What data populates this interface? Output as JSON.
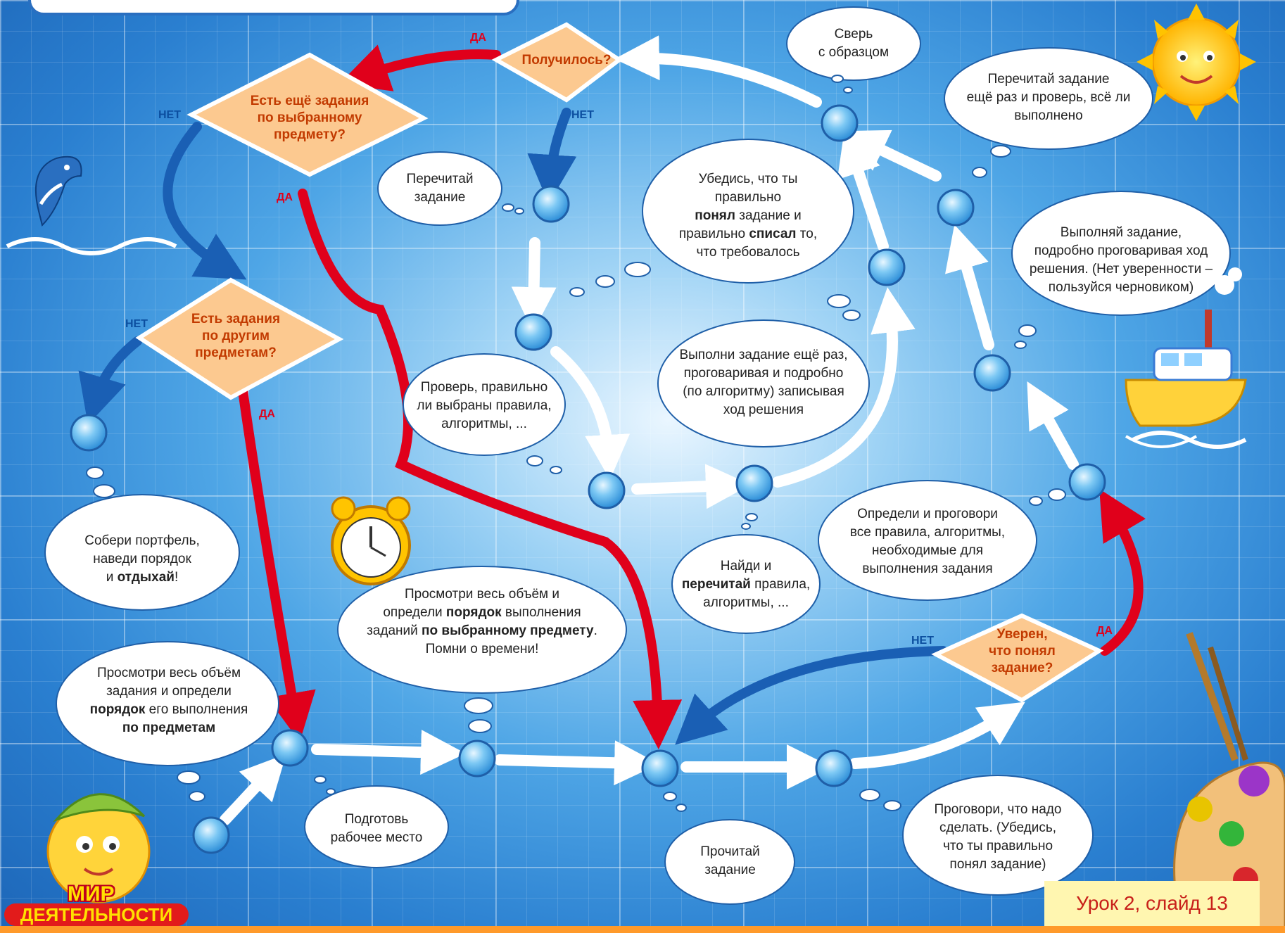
{
  "colors": {
    "diamond_fill": "#fcc990",
    "diamond_text": "#c23a00",
    "yes_arrow": "#e0001b",
    "no_arrow": "#1a5fb4",
    "node_fill": "#5db8f0",
    "label_bg": "#fff6b0",
    "label_text": "#c8201a"
  },
  "decisions": {
    "got_it": "Получилось?",
    "more_tasks_subject": [
      "Есть ещё задания",
      "по выбранному",
      "предмету?"
    ],
    "other_subjects": [
      "Есть задания",
      "по другим",
      "предметам?"
    ],
    "understood": [
      "Уверен,",
      "что понял",
      "задание?"
    ]
  },
  "labels": {
    "yes": "ДА",
    "no": "НЕТ"
  },
  "clouds": {
    "compare": [
      "Сверь",
      "с образцом"
    ],
    "reread_check": [
      "Перечитай задание",
      "ещё раз  и проверь, всё ли",
      "выполнено"
    ],
    "reread_task": [
      "Перечитай",
      "задание"
    ],
    "make_sure_1": "Убедись, что ты",
    "make_sure_2": "правильно",
    "make_sure_3a": "понял",
    "make_sure_3b": " задание и",
    "make_sure_4a": "правильно ",
    "make_sure_4b": "списал",
    "make_sure_4c": " то,",
    "make_sure_5": "что требовалось",
    "do_task": [
      "Выполняй задание,",
      "подробно проговаривая ход",
      "решения. (Нет уверенности –",
      "пользуйся черновиком)"
    ],
    "check_rules": [
      "Проверь, правильно",
      "ли выбраны правила,",
      "алгоритмы, ..."
    ],
    "redo_task": [
      "Выполни задание ещё раз,",
      "проговаривая и подробно",
      "(по алгоритму) записывая",
      "ход решения"
    ],
    "define_rules": [
      "Определи и проговори",
      "все правила, алгоритмы,",
      "необходимые для",
      "выполнения задания"
    ],
    "find_rules_1": "Найди и",
    "find_rules_2a": "перечитай",
    "find_rules_2b": " правила,",
    "find_rules_3": "алгоритмы, ...",
    "pack_bag_1": "Собери портфель,",
    "pack_bag_2": "наведи порядок",
    "pack_bag_3a": "и ",
    "pack_bag_3b": "отдыхай",
    "pack_bag_3c": "!",
    "view_subject_1": "Просмотри весь объём и",
    "view_subject_2a": "определи ",
    "view_subject_2b": "порядок",
    "view_subject_2c": " выполнения",
    "view_subject_3a": "заданий ",
    "view_subject_3b": "по выбранному предмету",
    "view_subject_3c": ".",
    "view_subject_4": "Помни о времени!",
    "view_all_1": "Просмотри весь объём",
    "view_all_2": "задания и определи",
    "view_all_3a": "порядок",
    "view_all_3b": " его выполнения",
    "view_all_4": "по предметам",
    "prepare": [
      "Подготовь",
      "рабочее место"
    ],
    "read_task": [
      "Прочитай",
      "задание"
    ],
    "say_what": [
      "Проговори, что надо",
      "сделать. (Убедись,",
      "что ты правильно",
      "понял задание)"
    ]
  },
  "footer": {
    "logo_line1": "МИР",
    "logo_line2": "ДЕЯТЕЛЬНОСТИ",
    "slide_label": "Урок 2, слайд 13"
  }
}
